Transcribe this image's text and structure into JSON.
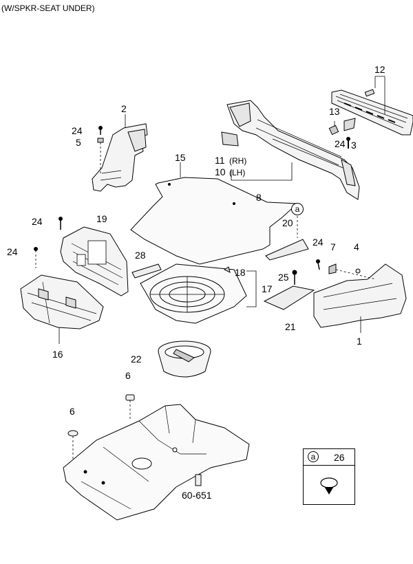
{
  "header": {
    "note": "(W/SPKR-SEAT UNDER)"
  },
  "callouts": [
    {
      "id": "c12",
      "text": "12"
    },
    {
      "id": "c2",
      "text": "2"
    },
    {
      "id": "c13",
      "text": "13"
    },
    {
      "id": "c24a",
      "text": "24"
    },
    {
      "id": "c5",
      "text": "5"
    },
    {
      "id": "c24b",
      "text": "24"
    },
    {
      "id": "c3",
      "text": "3"
    },
    {
      "id": "c11",
      "text": "11"
    },
    {
      "id": "c11s",
      "text": "(RH)"
    },
    {
      "id": "c10",
      "text": "10"
    },
    {
      "id": "c10s",
      "text": "(LH)"
    },
    {
      "id": "c15",
      "text": "15"
    },
    {
      "id": "c8",
      "text": "8"
    },
    {
      "id": "c24c",
      "text": "24"
    },
    {
      "id": "c19",
      "text": "19"
    },
    {
      "id": "c20",
      "text": "20"
    },
    {
      "id": "c24d",
      "text": "24"
    },
    {
      "id": "c7",
      "text": "7"
    },
    {
      "id": "c4",
      "text": "4"
    },
    {
      "id": "c24e",
      "text": "24"
    },
    {
      "id": "c28",
      "text": "28"
    },
    {
      "id": "c18",
      "text": "18"
    },
    {
      "id": "c25",
      "text": "25"
    },
    {
      "id": "c17",
      "text": "17"
    },
    {
      "id": "c16",
      "text": "16"
    },
    {
      "id": "c21",
      "text": "21"
    },
    {
      "id": "c1",
      "text": "1"
    },
    {
      "id": "c22",
      "text": "22"
    },
    {
      "id": "c6a",
      "text": "6"
    },
    {
      "id": "c6b",
      "text": "6"
    },
    {
      "id": "c60651",
      "text": "60-651"
    }
  ],
  "ref_marker": {
    "letter": "a"
  },
  "legend": {
    "letter": "a",
    "part": "26"
  }
}
